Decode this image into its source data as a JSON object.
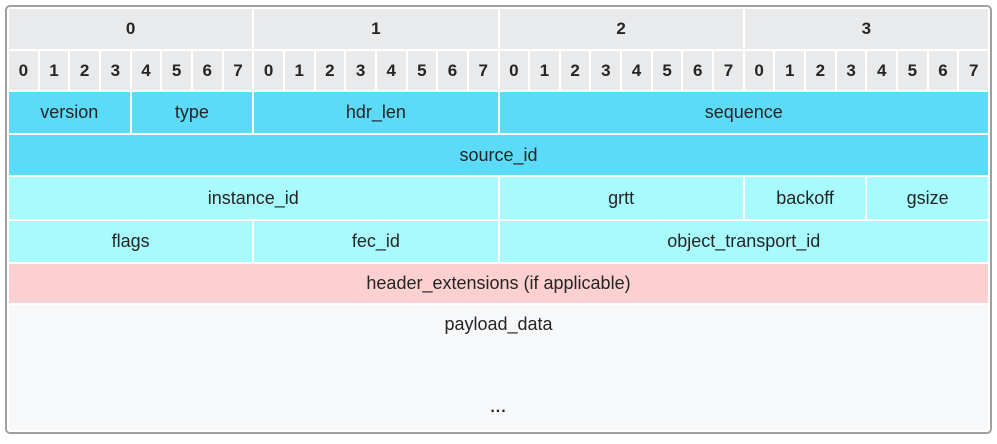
{
  "header": {
    "byte_labels": [
      "0",
      "1",
      "2",
      "3"
    ],
    "bit_cells": [
      "0",
      "1",
      "2",
      "3",
      "4",
      "5",
      "6",
      "7",
      "0",
      "1",
      "2",
      "3",
      "4",
      "5",
      "6",
      "7",
      "0",
      "1",
      "2",
      "3",
      "4",
      "5",
      "6",
      "7",
      "0",
      "1",
      "2",
      "3",
      "4",
      "5",
      "6",
      "7"
    ]
  },
  "fields": {
    "version": "version",
    "type": "type",
    "hdr_len": "hdr_len",
    "sequence": "sequence",
    "source_id": "source_id",
    "instance_id": "instance_id",
    "grtt": "grtt",
    "backoff": "backoff",
    "gsize": "gsize",
    "flags": "flags",
    "fec_id": "fec_id",
    "object_transport_id": "object_transport_id",
    "header_extensions": "header_extensions (if applicable)",
    "payload_data": "payload_data",
    "ellipsis": "..."
  },
  "colors": {
    "field_primary": "#5bdbf8",
    "field_secondary": "#a9fafc",
    "extension": "#fcd0d0",
    "bit_header": "#e9eaec",
    "payload": "#f7f8fa",
    "border": "#a0a0a0",
    "text": "#252525"
  }
}
